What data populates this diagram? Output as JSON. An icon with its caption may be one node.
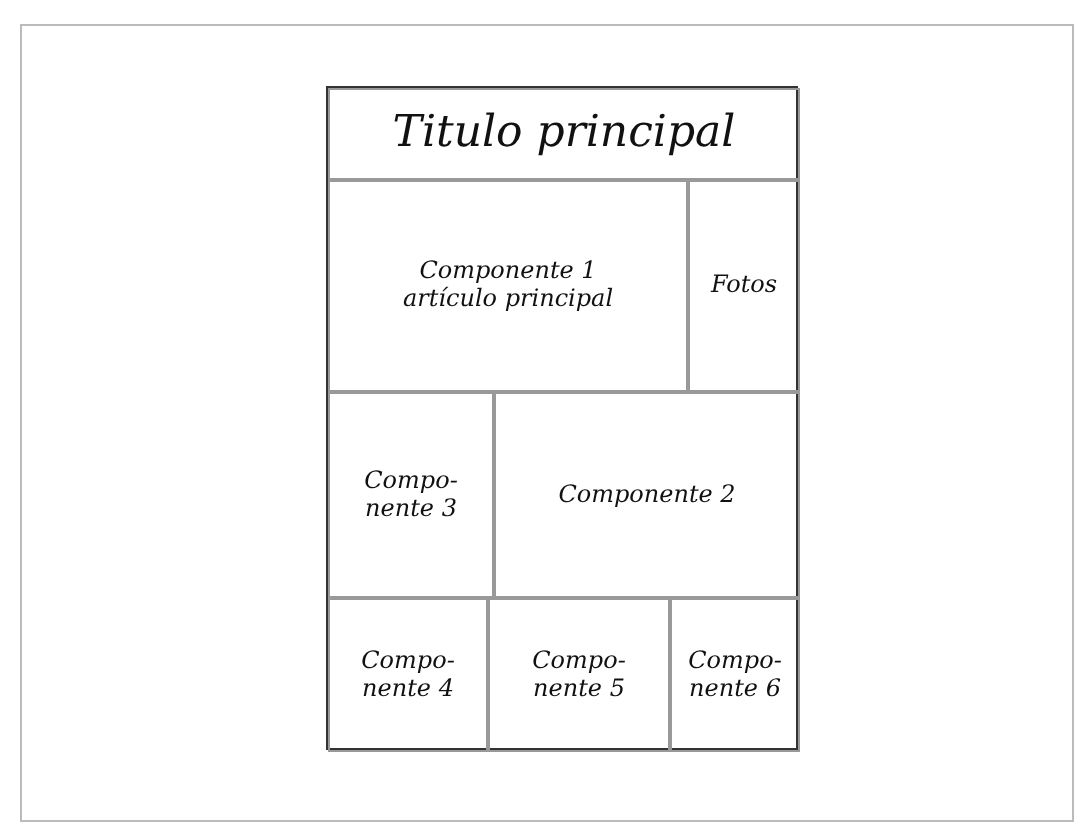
{
  "diagram": {
    "nodes": [
      {
        "text": [],
        "shape": "box"
      },
      {
        "text": [
          "Titulo principal"
        ],
        "in": 0
      },
      {
        "text": [
          "Componente 1 artículo principal"
        ],
        "in": 0
      },
      {
        "text": [
          "Fotos"
        ],
        "in": 0
      },
      {
        "text": [
          "Compo- nente 3"
        ],
        "in": 0
      },
      {
        "text": [
          "Componente 2"
        ],
        "in": 0
      },
      {
        "text": [
          "Compo- nente 4"
        ],
        "in": 0
      },
      {
        "text": [
          "Compo- nente 5"
        ],
        "in": 0
      },
      {
        "text": [
          "Compo- nente 6"
        ],
        "in": 0
      }
    ]
  }
}
